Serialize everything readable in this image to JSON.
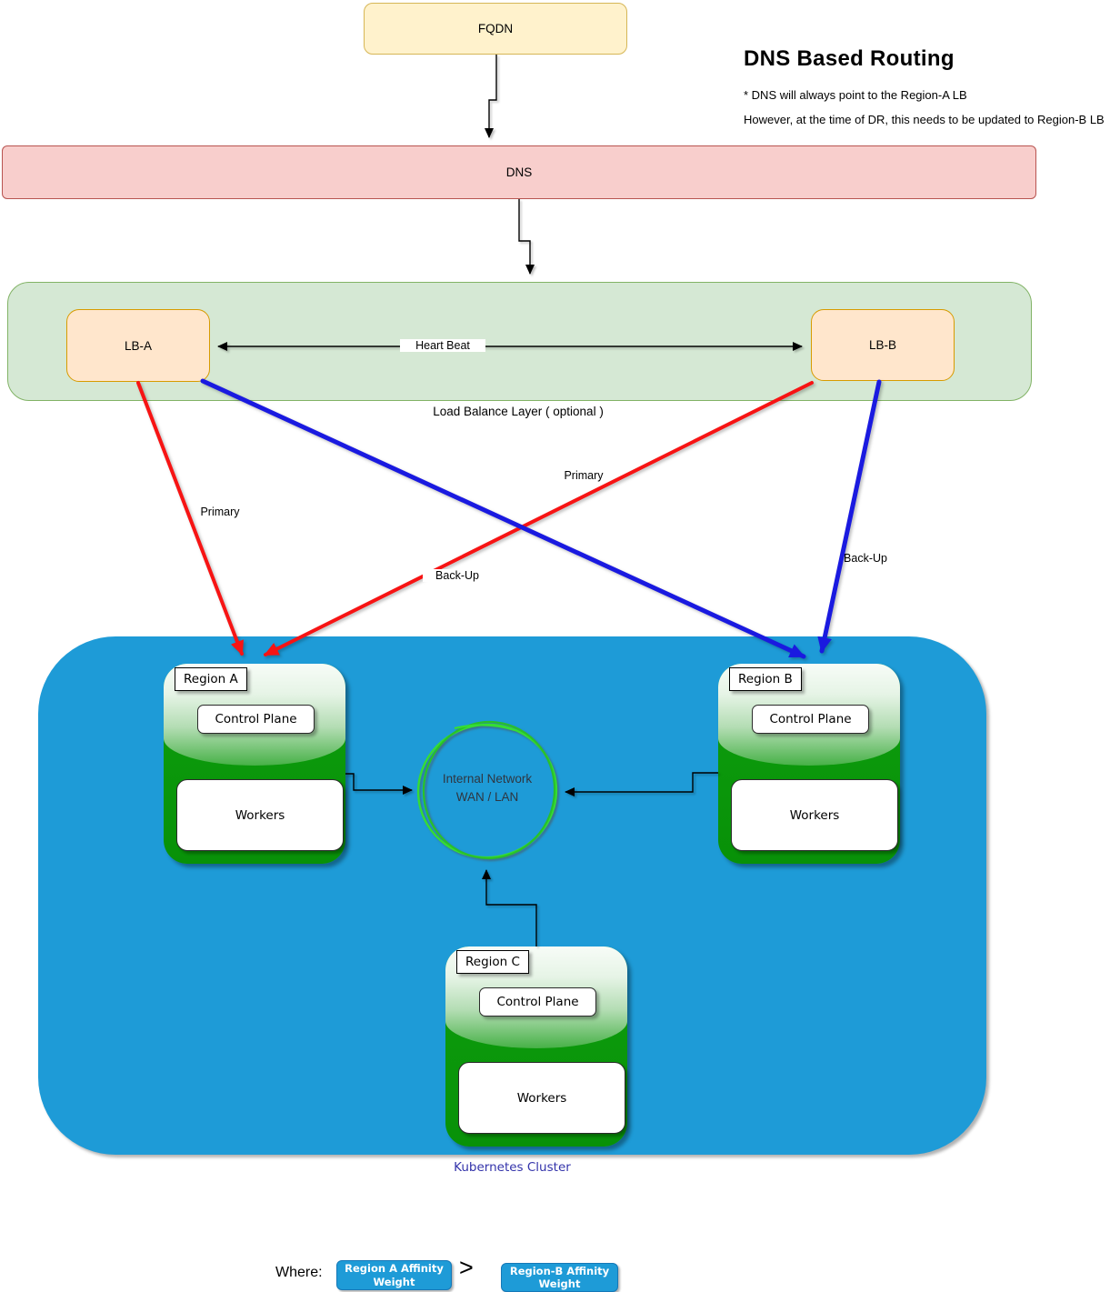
{
  "header": {
    "title": "DNS Based Routing",
    "notes": [
      "* DNS will always point to the Region-A  LB",
      "However, at the time of DR, this needs to be updated to Region-B LB"
    ]
  },
  "flow": {
    "fqdn_label": "FQDN",
    "dns_label": "DNS",
    "lb_a_label": "LB-A",
    "lb_b_label": "LB-B",
    "heartbeat_label": "Heart  Beat",
    "lb_layer_caption": "Load Balance Layer ( optional )"
  },
  "edge_labels": {
    "lba_primary": "Primary",
    "lbb_primary": "Primary",
    "lba_backup": "Back-Up",
    "lbb_backup": "Back-Up"
  },
  "cluster": {
    "caption": "Kubernetes Cluster",
    "network": {
      "line1": "Internal Network",
      "line2": "WAN / LAN"
    },
    "regions": [
      {
        "name": "Region A",
        "control_plane": "Control Plane",
        "workers": "Workers"
      },
      {
        "name": "Region B",
        "control_plane": "Control Plane",
        "workers": "Workers"
      },
      {
        "name": "Region C",
        "control_plane": "Control Plane",
        "workers": "Workers"
      }
    ]
  },
  "legend": {
    "prefix": "Where:",
    "left_badge": "Region A Affinity\nWeight",
    "operator": ">",
    "right_badge": "Region-B  Affinity\nWeight"
  },
  "colors": {
    "fqdn_fill": "#FFF2CC",
    "fqdn_border": "#D6B656",
    "dns_fill": "#F8CECC",
    "dns_border": "#B85450",
    "lb_layer_fill": "#D5E8D4",
    "lb_layer_border": "#82B366",
    "lb_fill": "#FFE6CC",
    "lb_border": "#D79B00",
    "cluster_fill": "#1E9BD7",
    "region_green": "#0A9B0A",
    "primary_arrow": "#F71414",
    "backup_arrow": "#1A1AE0",
    "network_stroke": "#35DD35",
    "cluster_caption_color": "#3333AA",
    "badge_fill": "#1E9BD7"
  }
}
